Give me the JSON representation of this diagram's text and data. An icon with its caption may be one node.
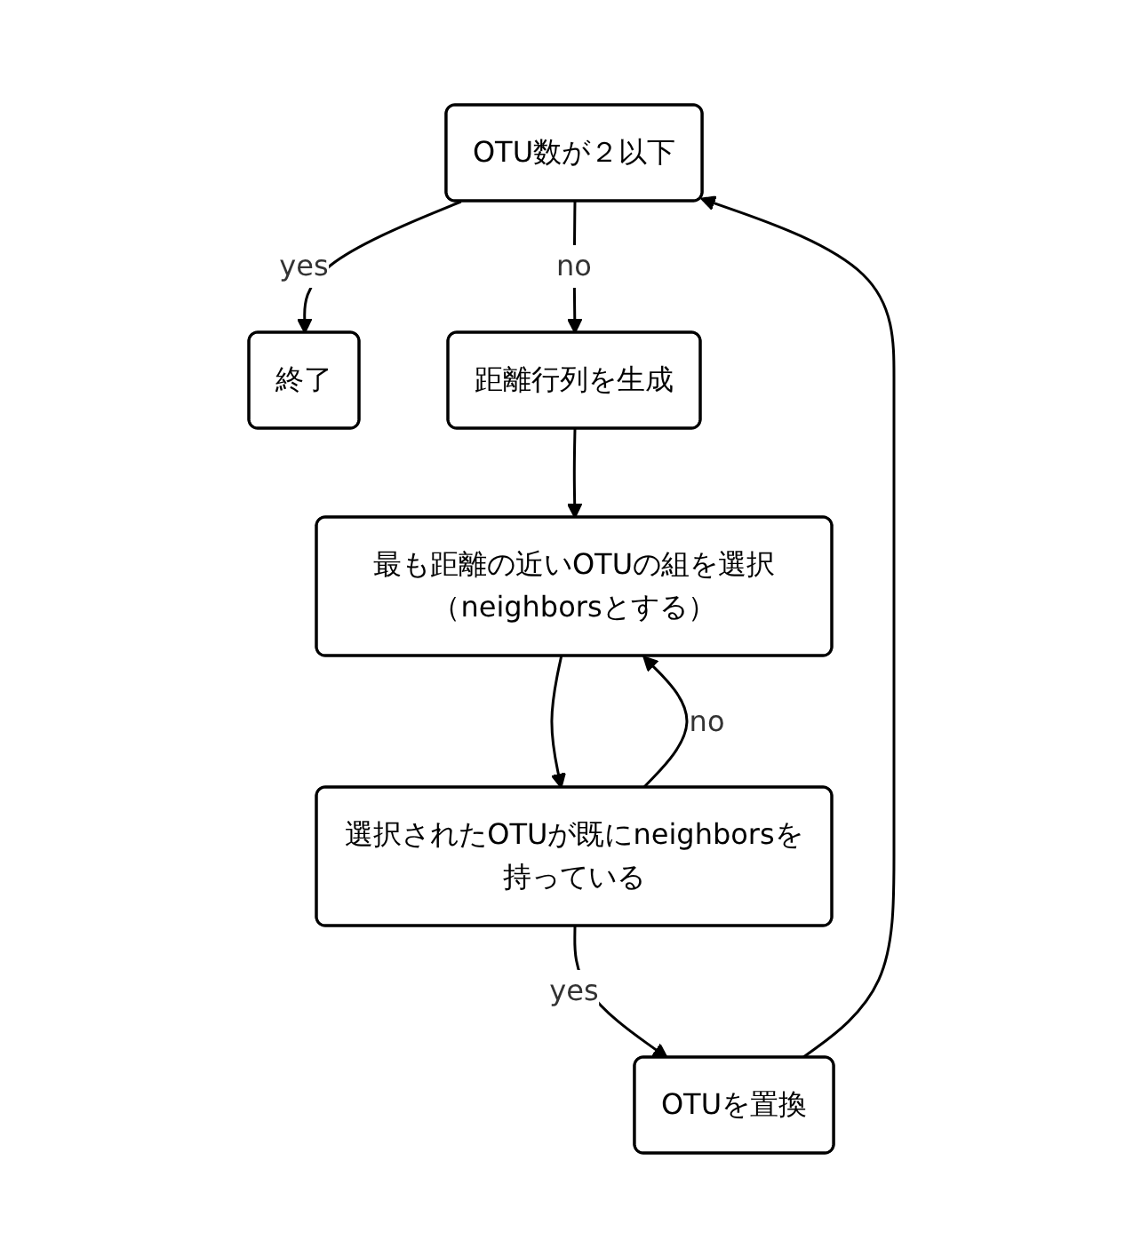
{
  "diagram": {
    "nodes": [
      {
        "text": [
          "OTU数が２以下"
        ]
      },
      {
        "text": [
          "終了"
        ]
      },
      {
        "text": [
          "距離行列を生成"
        ]
      },
      {
        "text": [
          "最も距離の近いOTUの組を選択（neighborsとする）"
        ]
      },
      {
        "text": [
          "選択されたOTUが既にneighborsを持っている"
        ]
      },
      {
        "text": [
          "OTUを置換"
        ]
      }
    ],
    "edges": [
      {
        "from": 0,
        "to": 1,
        "arrow": "to",
        "label": "yes"
      },
      {
        "from": 0,
        "to": 2,
        "arrow": "to",
        "label": "no"
      },
      {
        "from": 2,
        "to": 3,
        "arrow": "to"
      },
      {
        "from": 3,
        "to": 4,
        "arrow": "to"
      },
      {
        "from": 4,
        "to": 3,
        "arrow": "to",
        "label": "no"
      },
      {
        "from": 4,
        "to": 5,
        "arrow": "to",
        "label": "yes"
      },
      {
        "from": 5,
        "to": 0,
        "arrow": "to"
      }
    ]
  }
}
